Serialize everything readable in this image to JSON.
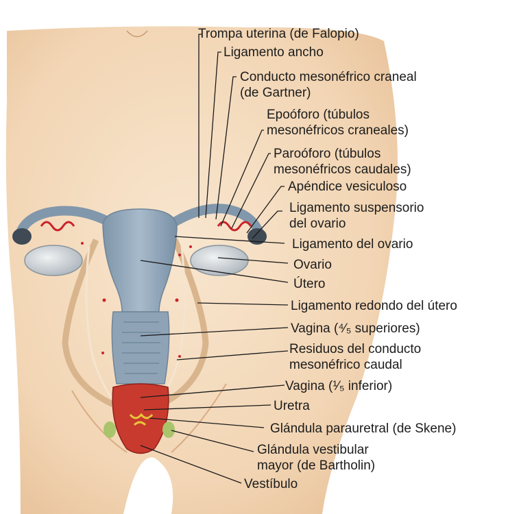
{
  "labels": {
    "trompa_1": "Trompa uterina (de Falopio)",
    "lig_ancho": "Ligamento ancho",
    "gartner_1": "Conducto mesonéfrico craneal",
    "gartner_2": "(de Gartner)",
    "epooforo_1": "Epoóforo (túbulos",
    "epooforo_2": "mesonéfricos craneales)",
    "parooforo_1": "Paroóforo (túbulos",
    "parooforo_2": "mesonéfricos caudales)",
    "apendice": "Apéndice vesiculoso",
    "suspensorio_1": "Ligamento suspensorio",
    "suspensorio_2": "del ovario",
    "lig_ovario": "Ligamento del ovario",
    "ovario": "Ovario",
    "utero": "Útero",
    "lig_redondo": "Ligamento redondo del útero",
    "vagina_sup": "Vagina (⁴⁄₅ superiores)",
    "residuos_1": "Residuos del conducto",
    "residuos_2": "mesonéfrico caudal",
    "vagina_inf": "Vagina (¹⁄₅ inferior)",
    "uretra": "Uretra",
    "skene": "Glándula parauretral (de Skene)",
    "bartholin_1": "Glándula vestibular",
    "bartholin_2": "mayor (de Bartholin)",
    "vestibulo": "Vestíbulo"
  },
  "colors": {
    "skin": "#f3d9bb",
    "uterus": "#8fa6ba",
    "ovary": "#c9cfd4",
    "remnant": "#c8242a",
    "bartholin": "#a9c46a"
  }
}
